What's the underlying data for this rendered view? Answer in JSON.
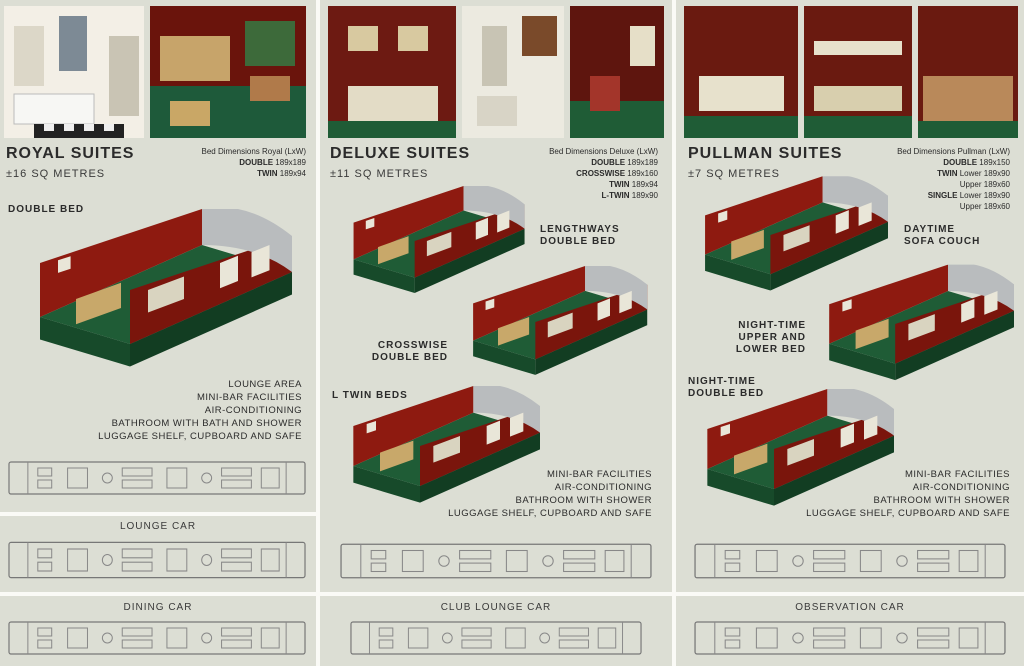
{
  "colors": {
    "panel_bg": "#dcded4",
    "page_bg": "#fafaf6",
    "wood": "#8e1a10",
    "carpet": "#1f5c36",
    "roof": "#b9bcbe"
  },
  "royal": {
    "title": "ROYAL SUITES",
    "area": "±16 SQ METRES",
    "dims_heading": "Bed Dimensions Royal (LxW)",
    "dims": [
      {
        "type": "DOUBLE",
        "size": "189x189"
      },
      {
        "type": "TWIN",
        "size": "189x94"
      }
    ],
    "label": "DOUBLE BED",
    "features": [
      "LOUNGE AREA",
      "MINI-BAR FACILITIES",
      "AIR-CONDITIONING",
      "BATHROOM WITH BATH AND SHOWER",
      "LUGGAGE SHELF, CUPBOARD AND SAFE"
    ]
  },
  "deluxe": {
    "title": "DELUXE SUITES",
    "area": "±11 SQ METRES",
    "dims_heading": "Bed Dimensions Deluxe (LxW)",
    "dims": [
      {
        "type": "DOUBLE",
        "size": "189x189"
      },
      {
        "type": "CROSSWISE",
        "size": "189x160"
      },
      {
        "type": "TWIN",
        "size": "189x94"
      },
      {
        "type": "L-TWIN",
        "size": "189x90"
      }
    ],
    "labels": {
      "lengthways": [
        "LENGTHWAYS",
        "DOUBLE BED"
      ],
      "crosswise": [
        "CROSSWISE",
        "DOUBLE BED"
      ],
      "ltwin": [
        "L TWIN BEDS"
      ]
    },
    "features": [
      "MINI-BAR FACILITIES",
      "AIR-CONDITIONING",
      "BATHROOM WITH SHOWER",
      "LUGGAGE SHELF, CUPBOARD AND SAFE"
    ]
  },
  "pullman": {
    "title": "PULLMAN SUITES",
    "area": "±7 SQ METRES",
    "dims_heading": "Bed Dimensions Pullman (LxW)",
    "dims": [
      {
        "type": "DOUBLE",
        "size": "189x150"
      },
      {
        "type": "TWIN",
        "size": "Lower 189x90"
      },
      {
        "type": "",
        "size": "Upper 189x60"
      },
      {
        "type": "SINGLE",
        "size": "Lower 189x90"
      },
      {
        "type": "",
        "size": "Upper 189x60"
      }
    ],
    "labels": {
      "daytime": [
        "DAYTIME",
        "SOFA COUCH"
      ],
      "nighttime_bunk": [
        "NIGHT-TIME",
        "UPPER AND",
        "LOWER BED"
      ],
      "nighttime_double": [
        "NIGHT-TIME",
        "DOUBLE BED"
      ]
    },
    "features": [
      "MINI-BAR FACILITIES",
      "AIR-CONDITIONING",
      "BATHROOM WITH SHOWER",
      "LUGGAGE SHELF, CUPBOARD AND SAFE"
    ]
  },
  "cars": {
    "lounge": "LOUNGE CAR",
    "dining": "DINING CAR",
    "club_lounge": "CLUB LOUNGE CAR",
    "observation": "OBSERVATION CAR"
  }
}
